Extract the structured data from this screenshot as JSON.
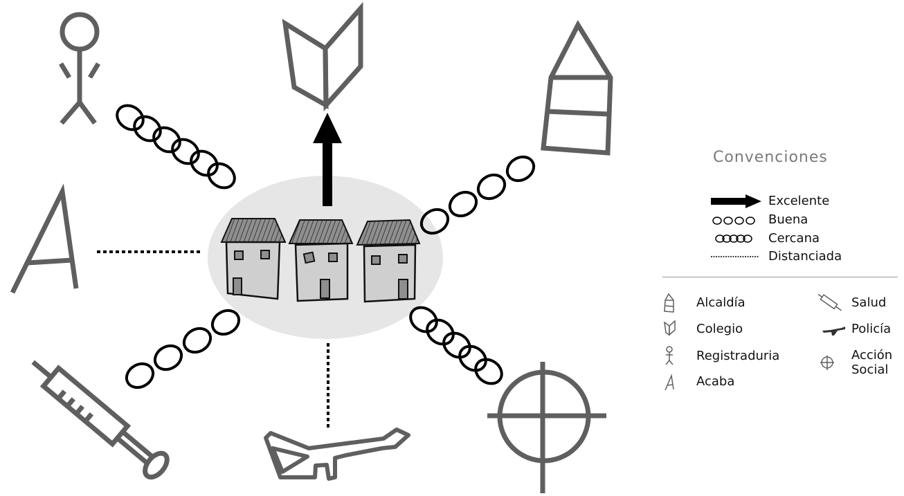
{
  "legend": {
    "title": "Convenciones",
    "relations": [
      {
        "key": "excelente",
        "label": "Excelente"
      },
      {
        "key": "buena",
        "label": "Buena"
      },
      {
        "key": "cercana",
        "label": "Cercana"
      },
      {
        "key": "distanciada",
        "label": "Distanciada"
      }
    ],
    "institutions_left": [
      "Alcaldía",
      "Colegio",
      "Registraduria",
      "Acaba"
    ],
    "institutions_right": [
      "Salud",
      "Policía",
      "Acción",
      "Social"
    ]
  },
  "relations": [
    {
      "from": "community",
      "to": "Colegio",
      "type": "Excelente"
    },
    {
      "from": "community",
      "to": "Alcaldía",
      "type": "Buena"
    },
    {
      "from": "community",
      "to": "Salud",
      "type": "Buena"
    },
    {
      "from": "community",
      "to": "Registraduria",
      "type": "Cercana"
    },
    {
      "from": "community",
      "to": "Acción Social",
      "type": "Cercana"
    },
    {
      "from": "community",
      "to": "Acaba",
      "type": "Distanciada"
    },
    {
      "from": "community",
      "to": "Policía",
      "type": "Distanciada"
    }
  ],
  "icons": {
    "community": "houses-icon",
    "alcaldia": "town-hall-icon",
    "colegio": "book-icon",
    "registraduria": "person-icon",
    "acaba": "letter-a-icon",
    "salud": "syringe-icon",
    "policia": "rifle-icon",
    "accion_social": "crosshair-icon"
  },
  "colors": {
    "icon_stroke": "#5f5f5f",
    "community_ellipse": "#e6e6e6",
    "house_wall": "#cfcfcf",
    "relation": "#000000"
  }
}
